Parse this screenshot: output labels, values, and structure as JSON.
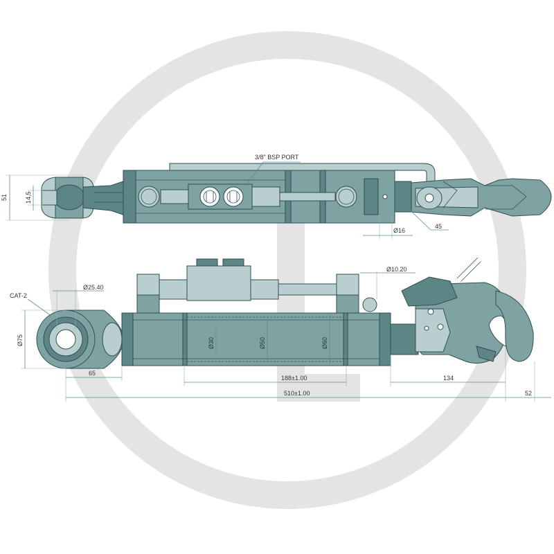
{
  "colors": {
    "body": "#7fa3a3",
    "body_dark": "#5e8585",
    "body_light": "#b9cfcf",
    "edge": "#2f4f4f",
    "watermark": "#e4e4e4"
  },
  "top_view": {
    "port_label": "3/8\" BSP PORT",
    "dim_height": "51",
    "dim_eye": "14,5",
    "dim_pin": "Ø16",
    "dim_hook": "45"
  },
  "side_view": {
    "cat_label": "CAT-2",
    "dim_ball_bore": "Ø25.40",
    "dim_eye_dia": "Ø75",
    "dim_rod": "Ø30",
    "dim_inner": "Ø50",
    "dim_outer": "Ø60",
    "dim_pin": "Ø10.20",
    "dim_eye_len": "65",
    "dim_stroke": "188±1.00",
    "dim_hook_len": "134",
    "dim_total": "510±1.00",
    "dim_hook_extra": "52"
  }
}
